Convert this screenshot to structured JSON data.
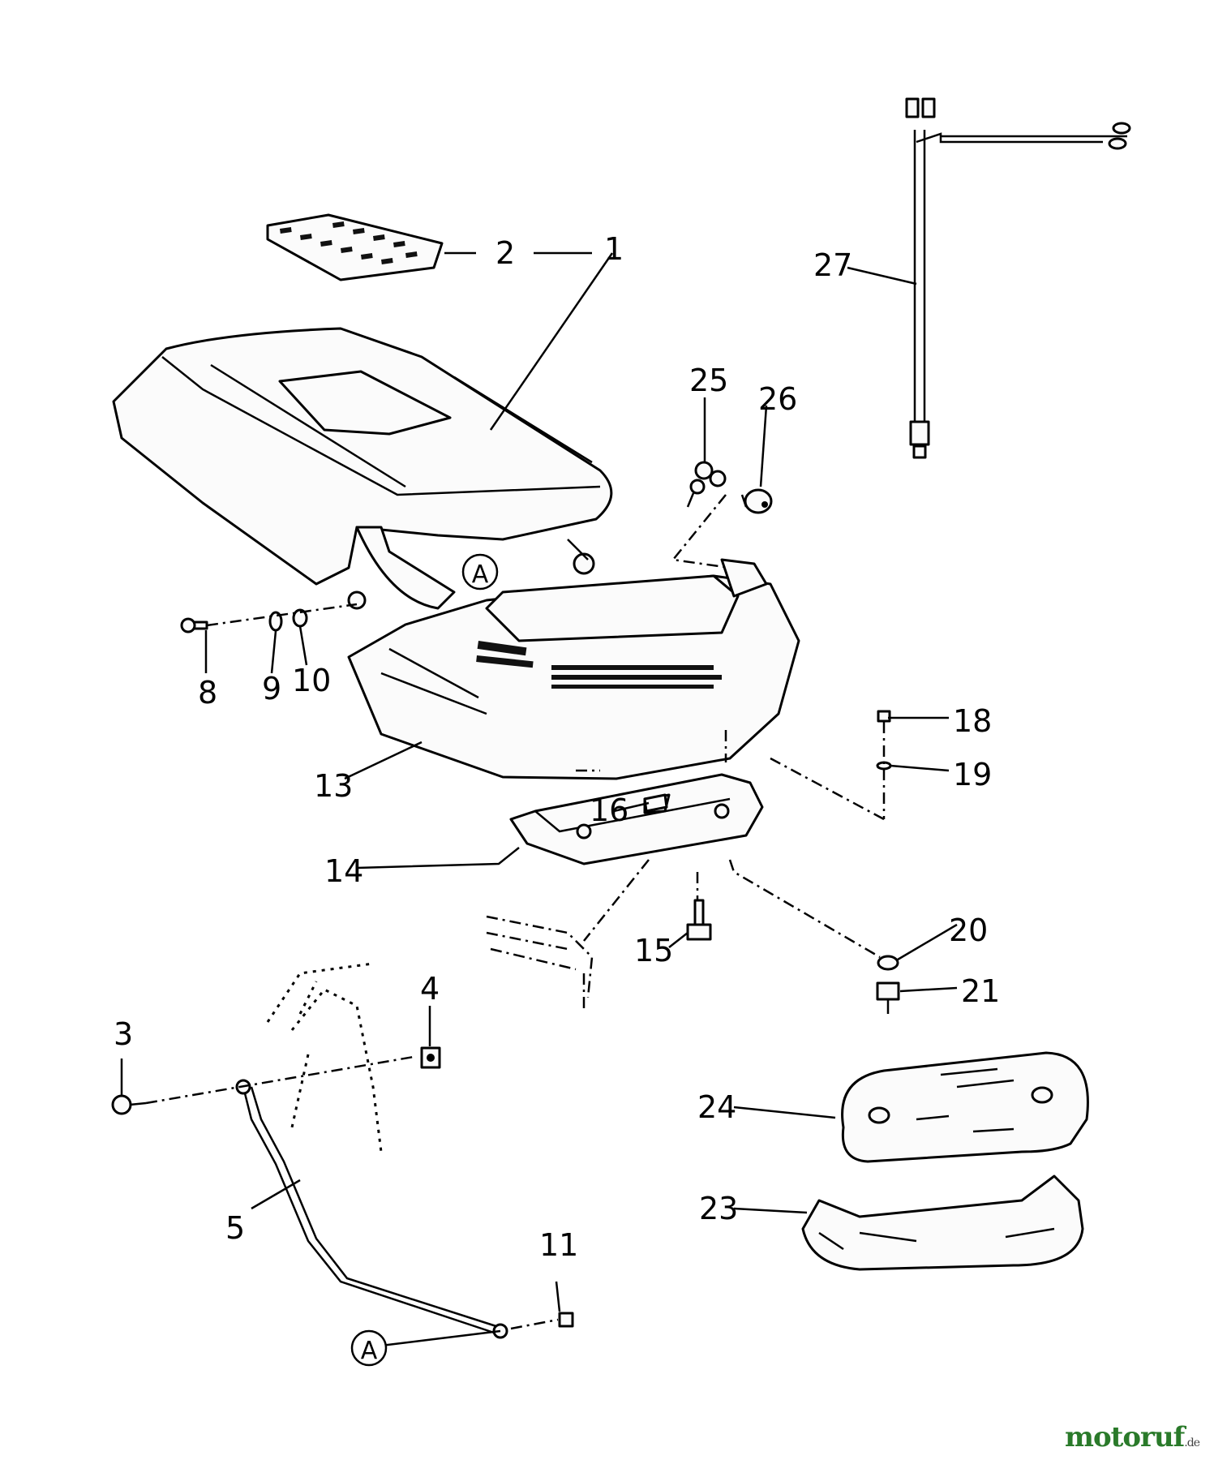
{
  "callouts": {
    "c1": "1",
    "c2": "2",
    "c3": "3",
    "c4": "4",
    "c5": "5",
    "c8": "8",
    "c9": "9",
    "c10": "10",
    "c11": "11",
    "c13": "13",
    "c14": "14",
    "c15": "15",
    "c16": "16",
    "c18": "18",
    "c19": "19",
    "c20": "20",
    "c21": "21",
    "c23": "23",
    "c24": "24",
    "c25": "25",
    "c26": "26",
    "c27": "27",
    "refA_top": "A",
    "refA_bottom": "A"
  },
  "watermark": {
    "brand": "motoruf",
    "tld": ".de"
  }
}
